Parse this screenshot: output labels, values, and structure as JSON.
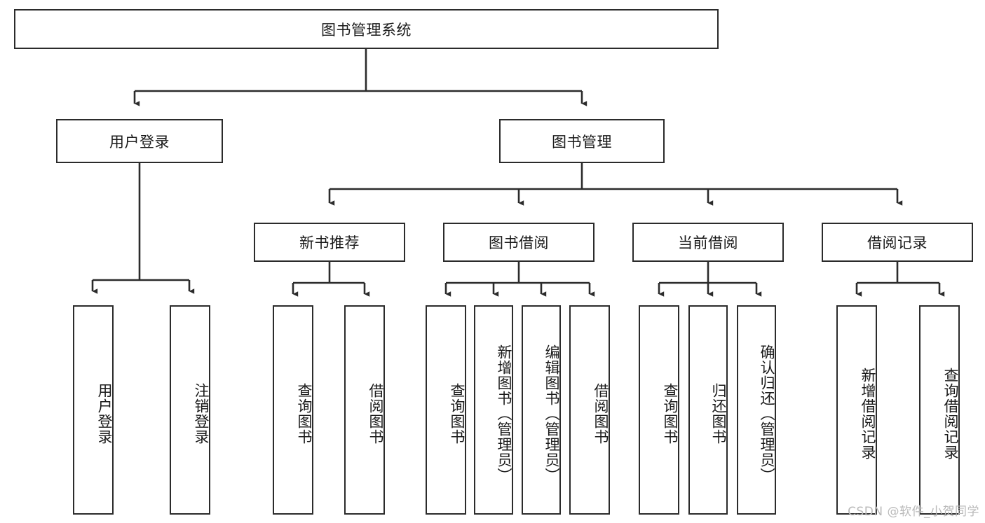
{
  "diagram": {
    "title": "图书管理系统",
    "type": "tree",
    "levels": [
      {
        "level": 1,
        "nodes": [
          {
            "id": "root",
            "label": "图书管理系统",
            "orientation": "horizontal"
          }
        ]
      },
      {
        "level": 2,
        "nodes": [
          {
            "id": "login",
            "label": "用户登录",
            "orientation": "horizontal",
            "parent": "root"
          },
          {
            "id": "bookmgmt",
            "label": "图书管理",
            "orientation": "horizontal",
            "parent": "root"
          }
        ]
      },
      {
        "level": 3,
        "nodes": [
          {
            "id": "newbook",
            "label": "新书推荐",
            "orientation": "horizontal",
            "parent": "bookmgmt"
          },
          {
            "id": "borrow",
            "label": "图书借阅",
            "orientation": "horizontal",
            "parent": "bookmgmt"
          },
          {
            "id": "current",
            "label": "当前借阅",
            "orientation": "horizontal",
            "parent": "bookmgmt"
          },
          {
            "id": "records",
            "label": "借阅记录",
            "orientation": "horizontal",
            "parent": "bookmgmt"
          }
        ]
      },
      {
        "level": 4,
        "nodes": [
          {
            "id": "leaf1",
            "label": "用户登录",
            "orientation": "vertical",
            "parent": "login"
          },
          {
            "id": "leaf2",
            "label": "注销登录",
            "orientation": "vertical",
            "parent": "login"
          },
          {
            "id": "leaf3",
            "label": "查询图书",
            "orientation": "vertical",
            "parent": "newbook"
          },
          {
            "id": "leaf4",
            "label": "借阅图书",
            "orientation": "vertical",
            "parent": "newbook"
          },
          {
            "id": "leaf5",
            "label": "查询图书",
            "orientation": "vertical",
            "parent": "borrow"
          },
          {
            "id": "leaf6",
            "label": "新增图书（管理员）",
            "orientation": "vertical",
            "parent": "borrow"
          },
          {
            "id": "leaf7",
            "label": "编辑图书（管理员）",
            "orientation": "vertical",
            "parent": "borrow"
          },
          {
            "id": "leaf8",
            "label": "借阅图书",
            "orientation": "vertical",
            "parent": "borrow"
          },
          {
            "id": "leaf9",
            "label": "查询图书",
            "orientation": "vertical",
            "parent": "current"
          },
          {
            "id": "leaf10",
            "label": "归还图书",
            "orientation": "vertical",
            "parent": "current"
          },
          {
            "id": "leaf11",
            "label": "确认归还（管理员）",
            "orientation": "vertical",
            "parent": "current"
          },
          {
            "id": "leaf12",
            "label": "新增借阅记录",
            "orientation": "vertical",
            "parent": "records"
          },
          {
            "id": "leaf13",
            "label": "查询借阅记录",
            "orientation": "vertical",
            "parent": "records"
          }
        ]
      }
    ],
    "colors": {
      "stroke": "#2b2b2b",
      "fill": "#ffffff",
      "text": "#1a1a1a",
      "watermark": "#b9b9b9"
    }
  },
  "watermark": {
    "text": "CSDN @软件_小贺同学"
  }
}
